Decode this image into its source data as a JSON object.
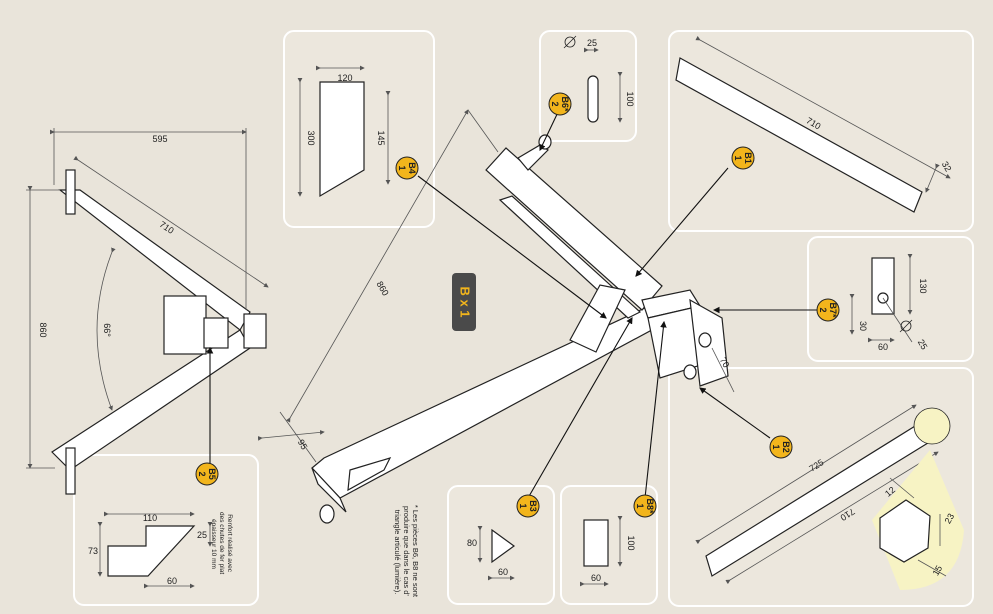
{
  "colors": {
    "background": "#e9e4da",
    "panel_border": "#ffffff",
    "badge": "#f2b51c",
    "qty_badge": "#4a4a4a",
    "qty_text": "#f2b51c",
    "highlight": "#f7f3c4"
  },
  "quantity_badge": "B x 1",
  "labels": {
    "B1": [
      "B1",
      "1"
    ],
    "B2": [
      "B2",
      "1"
    ],
    "B3": [
      "B3",
      "1"
    ],
    "B4": [
      "B4",
      "1"
    ],
    "B5": [
      "B5",
      "2"
    ],
    "B6": [
      "B6*",
      "2"
    ],
    "B7": [
      "B7*",
      "2"
    ],
    "B8": [
      "B8*",
      "1"
    ]
  },
  "dims": {
    "assembly_width": "595",
    "assembly_height": "860",
    "assembly_leg": "710",
    "assembly_angle": "66°",
    "long_bar": "860",
    "long_bar_end": "95",
    "end_offset": "70",
    "b4_top": "120",
    "b4_left": "300",
    "b4_right": "145",
    "b6_diameter": "25",
    "b6_length": "100",
    "b1_length": "710",
    "b1_width": "32",
    "b7_height": "130",
    "b7_hole": "30",
    "b7_width": "60",
    "b7_diameter": "25",
    "b2_outer": "725",
    "b2_inner": "710",
    "b2_a": "12",
    "b2_b": "23",
    "b2_c": "15",
    "b5_top": "110",
    "b5_left": "73",
    "b5_right": "25",
    "b5_bottom": "60",
    "b3_height": "80",
    "b3_width": "60",
    "b8_height": "100",
    "b8_width": "60"
  },
  "notes": {
    "b5": [
      "Renfort réalisé avec",
      "des chutes de fer plat",
      "épaisseur 10 mm"
    ],
    "footnote": [
      "* Les pièces B6, B8 ne sont",
      "produire que dans le cas d'",
      "triangle articulé (lumière)."
    ]
  }
}
